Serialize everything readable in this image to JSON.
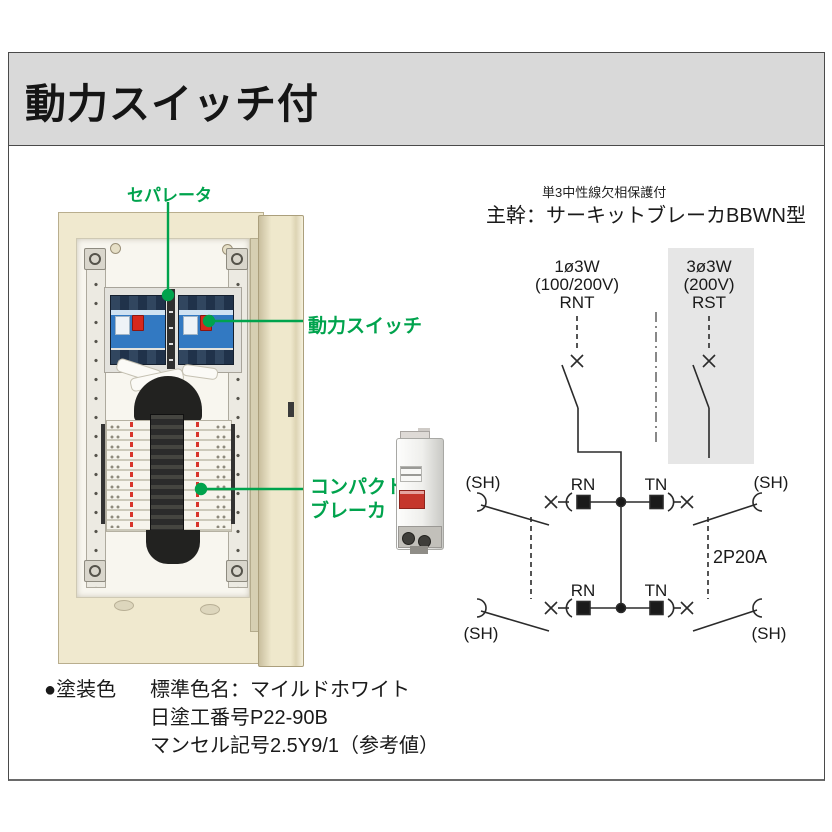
{
  "page_title": "動力スイッチ付",
  "callouts": {
    "separator": "セパレータ",
    "power_switch": "動力スイッチ",
    "compact_breaker_line1": "コンパクト",
    "compact_breaker_line2": "ブレーカ"
  },
  "diagram": {
    "protection_note": "単3中性線欠相保護付",
    "main_breaker": "主幹：サーキットブレーカBBWN型",
    "col1": {
      "l1": "1ø3W",
      "l2": "(100/200V)",
      "l3": "RNT"
    },
    "col2": {
      "l1": "3ø3W",
      "l2": "(200V)",
      "l3": "RST"
    },
    "labels": {
      "rn": "RN",
      "tn": "TN",
      "sh": "(SH)",
      "rating": "2P20A"
    }
  },
  "paint": {
    "label": "●塗装色",
    "line1": "標準色名：マイルドホワイト",
    "line2": "日塗工番号P22-90B",
    "line3": "マンセル記号2.5Y9/1（参考値）"
  },
  "colors": {
    "accent_green": "#00a34d",
    "title_bar_bg": "#d9d9d9",
    "cabinet_cream": "#f0e9cf",
    "breaker_blue": "#3279c2",
    "highlight_band": "#e6e6e6"
  }
}
